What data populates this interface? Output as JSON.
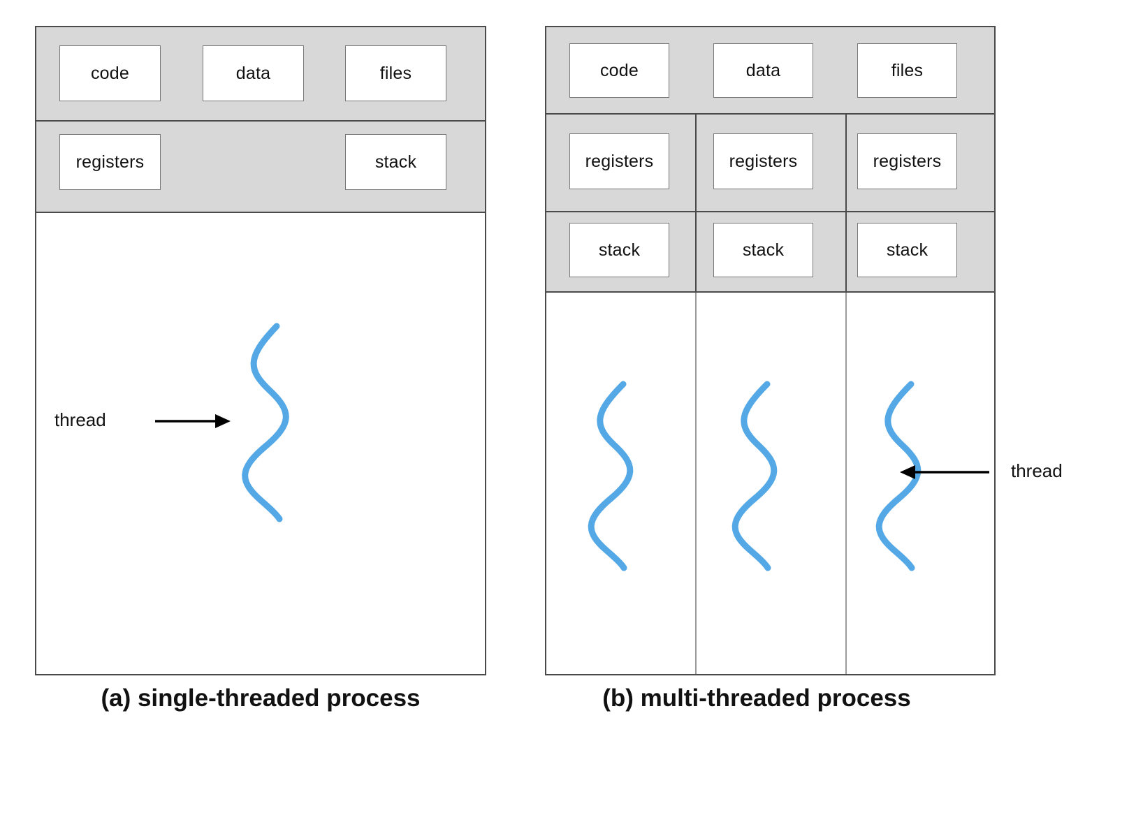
{
  "figure": {
    "title": "single-threaded and multi-threaded process memory layout",
    "thread_color": "#54a8e6",
    "band_color": "#d8d8d8",
    "border_color": "#4a4a4a"
  },
  "process_a": {
    "caption": "(a) single-threaded process",
    "shared_row": [
      {
        "label": "code"
      },
      {
        "label": "data"
      },
      {
        "label": "files"
      }
    ],
    "thread_row": [
      {
        "label": "registers"
      },
      {
        "label": "stack"
      }
    ],
    "annotation": {
      "label": "thread",
      "arrow": "arrow-right"
    },
    "thread_count": 1
  },
  "process_b": {
    "caption": "(b) multi-threaded process",
    "shared_row": [
      {
        "label": "code"
      },
      {
        "label": "data"
      },
      {
        "label": "files"
      }
    ],
    "registers_row": [
      {
        "label": "registers"
      },
      {
        "label": "registers"
      },
      {
        "label": "registers"
      }
    ],
    "stack_row": [
      {
        "label": "stack"
      },
      {
        "label": "stack"
      },
      {
        "label": "stack"
      }
    ],
    "annotation": {
      "label": "thread",
      "arrow": "arrow-left"
    },
    "thread_count": 3
  }
}
